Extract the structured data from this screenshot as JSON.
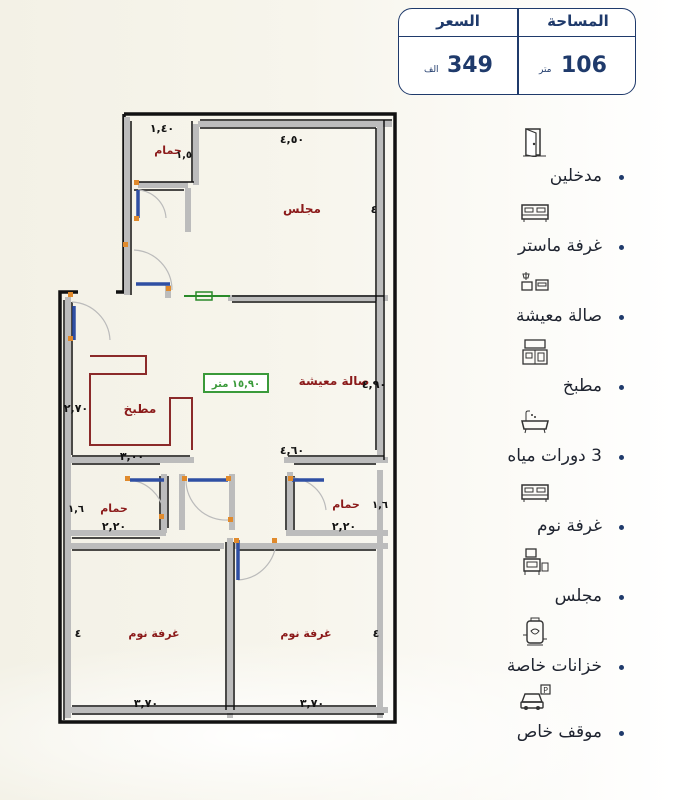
{
  "info_card": {
    "area_label": "المساحة",
    "price_label": "السعر",
    "area_value": "106",
    "area_unit": "متر",
    "price_value": "349",
    "price_unit": "الف"
  },
  "floor_plan": {
    "rooms": {
      "majlis": "مجلس",
      "bath_top": "حمام",
      "living": "صالة معيشة",
      "kitchen": "مطبخ",
      "bath_left": "حمام",
      "bath_right": "حمام",
      "bedroom_left": "غرفة نوم",
      "bedroom_right": "غرفة نوم"
    },
    "area_badge": "١٥,٩٠ متر",
    "dimensions": {
      "d_140": "١,٤٠",
      "d_150": "١,٥",
      "d_450": "٤,٥٠",
      "d_4_right": "٤",
      "d_490": "٤,٩٠",
      "d_460": "٤,٦٠",
      "d_270": "٢,٧٠",
      "d_300": "٣,٠٠",
      "d_160": "١,٦",
      "d_220_l": "٢,٢٠",
      "d_220_r": "٢,٢٠",
      "d_16_r": "١,٦",
      "d_4_bl": "٤",
      "d_4_br": "٤",
      "d_370_l": "٣,٧٠",
      "d_370_r": "٣,٧٠"
    }
  },
  "features": [
    {
      "label": "مدخلين",
      "icon": "door-icon"
    },
    {
      "label": "غرفة ماستر",
      "icon": "bed-icon"
    },
    {
      "label": "صالة معيشة",
      "icon": "living-room-icon"
    },
    {
      "label": "مطبخ",
      "icon": "kitchen-icon"
    },
    {
      "label": "3 دورات مياه",
      "icon": "bathtub-icon"
    },
    {
      "label": "غرفة نوم",
      "icon": "bed-icon"
    },
    {
      "label": "مجلس",
      "icon": "armchair-icon"
    },
    {
      "label": "خزانات خاصة",
      "icon": "water-tank-icon"
    },
    {
      "label": "موقف خاص",
      "icon": "parking-icon"
    }
  ],
  "colors": {
    "navy": "#1f3a6b",
    "room_label": "#8b1a1a",
    "wall": "#111111",
    "door_orange": "#e08a2c",
    "door_blue": "#2f4fa3",
    "kitchen_line": "#8b2a2a",
    "badge_green": "#3a9a3a"
  }
}
